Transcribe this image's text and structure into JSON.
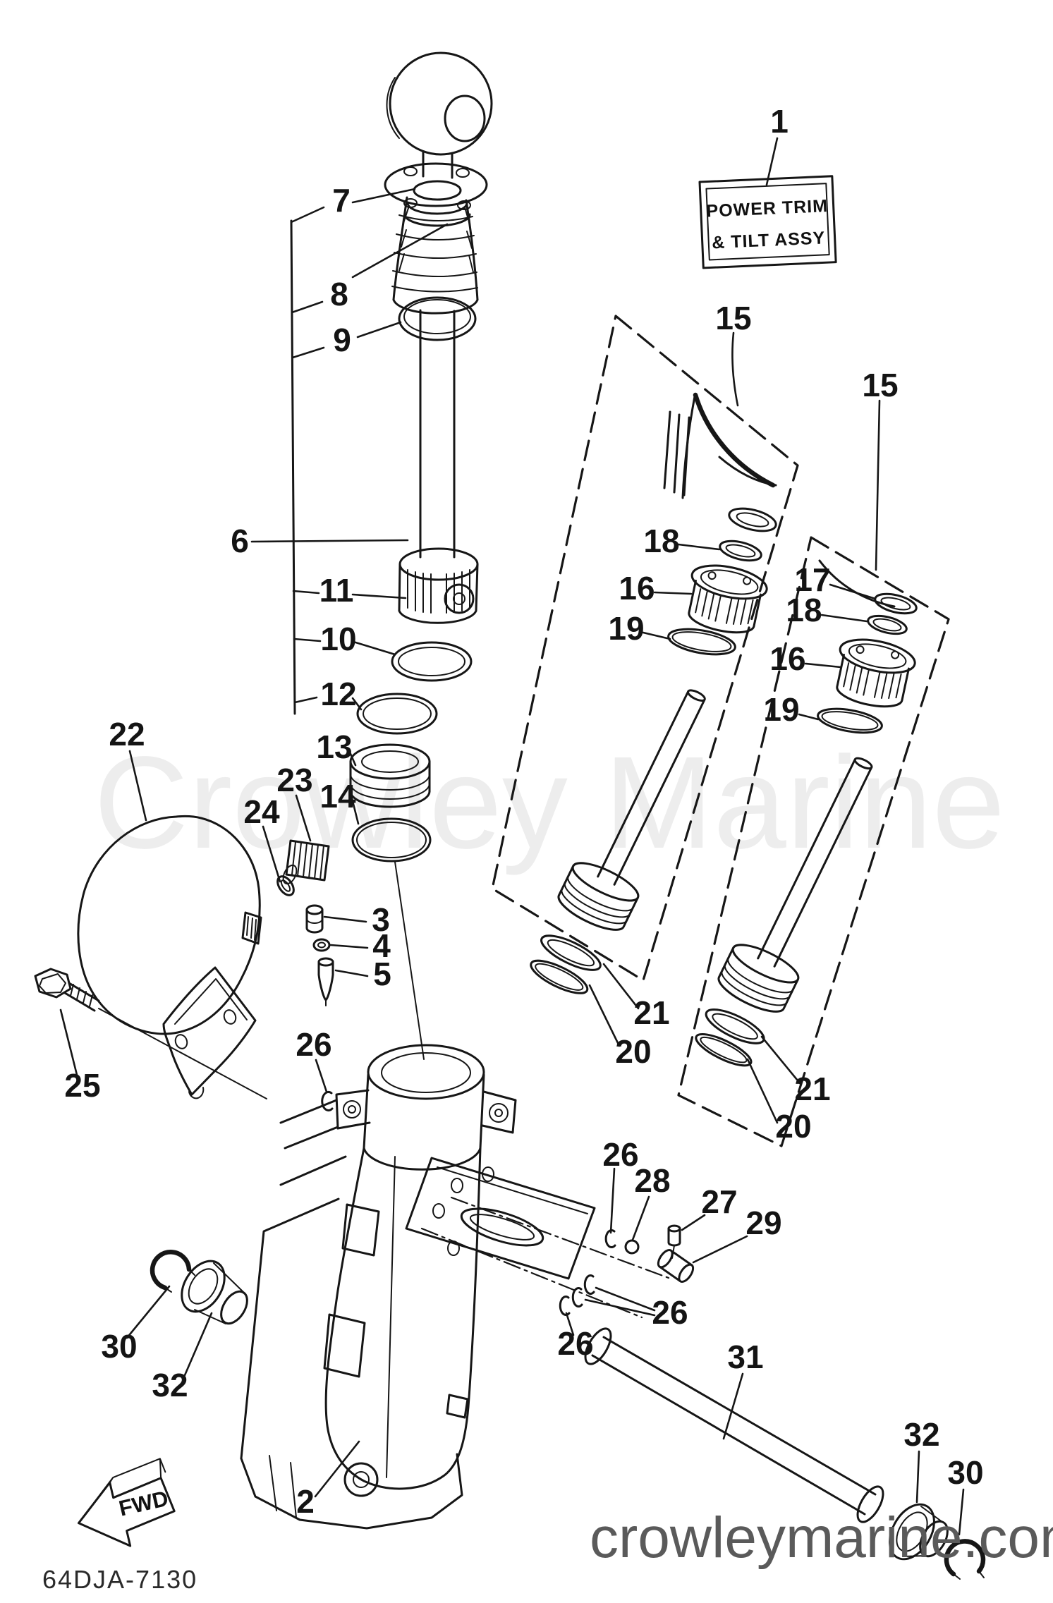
{
  "diagram": {
    "title_label": {
      "line1": "POWER TRIM",
      "line2": "& TILT ASSY"
    },
    "watermark": "Crowley Marine",
    "site": "crowleymarine.com",
    "part_code": "64DJA-7130",
    "fwd": "FWD",
    "line_color": "#161616",
    "watermark_color": "#ededed",
    "site_color": "#5a5a5a",
    "callouts": {
      "n1": "1",
      "n2": "2",
      "n3": "3",
      "n4": "4",
      "n5": "5",
      "n6": "6",
      "n7": "7",
      "n8": "8",
      "n9": "9",
      "n10": "10",
      "n11": "11",
      "n12": "12",
      "n13": "13",
      "n14": "14",
      "n15a": "15",
      "n15b": "15",
      "n16a": "16",
      "n16b": "16",
      "n17": "17",
      "n18a": "18",
      "n18b": "18",
      "n19a": "19",
      "n19b": "19",
      "n20a": "20",
      "n20b": "20",
      "n21a": "21",
      "n21b": "21",
      "n22": "22",
      "n23": "23",
      "n24": "24",
      "n25": "25",
      "n26a": "26",
      "n26b": "26",
      "n26c": "26",
      "n26d": "26",
      "n27": "27",
      "n28": "28",
      "n29": "29",
      "n30a": "30",
      "n30b": "30",
      "n31": "31",
      "n32a": "32",
      "n32b": "32"
    }
  }
}
